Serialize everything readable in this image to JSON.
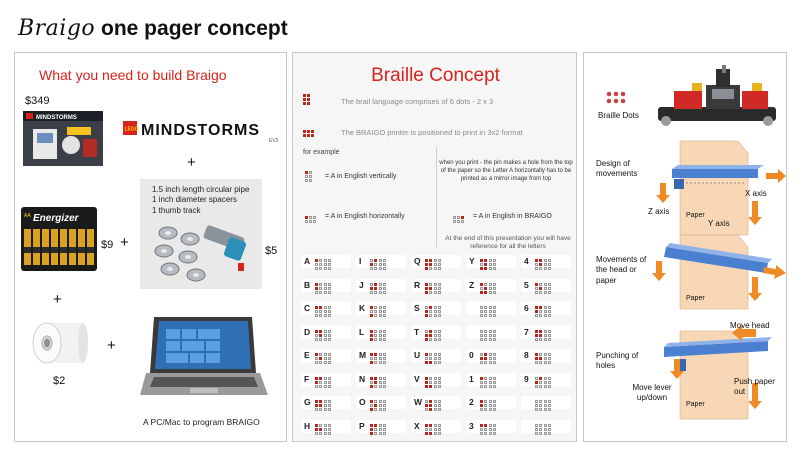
{
  "page_title": {
    "brand": "Braigo",
    "rest": "one pager concept"
  },
  "colors": {
    "accent_red": "#d8231c",
    "dot_red": "#b5271d",
    "arrow_orange": "#f08a24",
    "mech_blue": "#4b7fd0",
    "paper": "#f7d7b5"
  },
  "left_panel": {
    "heading": "What you need to build Braigo",
    "kit_price": "$349",
    "logo_text": "MINDSTORMS",
    "logo_brand": "LEGO",
    "logo_sub": "EV3",
    "box_text": "MINDSTORMS",
    "battery_brand": "Energizer",
    "battery_size": "AA",
    "battery_price": "$9",
    "parts_list": [
      "1.5 inch length circular pipe",
      "1 inch diameter spacers",
      "1 thumb track"
    ],
    "parts_price": "$5",
    "paper_roll_price": "$2",
    "pc_caption": "A PC/Mac to program BRAIGO",
    "plus_sign": "+"
  },
  "middle_panel": {
    "heading": "Braille Concept",
    "line1": "The brail language comprises of 6 dots - 2 x 3",
    "line2": "The BRAIGO printer is positioned to print in 3x2 format",
    "for_example": "for example",
    "vertical_label": "= A in English vertically",
    "horizontal_label": "= A in English horizontally",
    "print_note": "when you print - the pin makes a hole from the top of the paper so the Letter A horizontally has to be printed as a mirror image from top",
    "braigo_label": "= A in English in BRAIGO",
    "end_note": "At the end of this presentation you will have reference for all the letters",
    "alphabet": [
      {
        "ch": "A",
        "d": [
          1,
          0,
          0,
          0,
          0,
          0
        ]
      },
      {
        "ch": "I",
        "d": [
          0,
          1,
          1,
          0,
          0,
          0
        ]
      },
      {
        "ch": "Q",
        "d": [
          1,
          1,
          1,
          1,
          1,
          0
        ]
      },
      {
        "ch": "Y",
        "d": [
          1,
          1,
          0,
          1,
          1,
          1
        ]
      },
      {
        "ch": "4",
        "d": [
          1,
          1,
          0,
          1,
          0,
          0
        ]
      },
      {
        "ch": "B",
        "d": [
          1,
          0,
          1,
          0,
          0,
          0
        ]
      },
      {
        "ch": "J",
        "d": [
          0,
          1,
          1,
          1,
          0,
          0
        ]
      },
      {
        "ch": "R",
        "d": [
          1,
          0,
          1,
          1,
          1,
          0
        ]
      },
      {
        "ch": "Z",
        "d": [
          1,
          0,
          0,
          1,
          1,
          1
        ]
      },
      {
        "ch": "5",
        "d": [
          1,
          0,
          0,
          1,
          0,
          0
        ]
      },
      {
        "ch": "C",
        "d": [
          1,
          1,
          0,
          0,
          0,
          0
        ]
      },
      {
        "ch": "K",
        "d": [
          1,
          0,
          0,
          0,
          1,
          0
        ]
      },
      {
        "ch": "S",
        "d": [
          0,
          1,
          1,
          0,
          1,
          0
        ]
      },
      {
        "ch": "",
        "d": [
          0,
          0,
          0,
          0,
          0,
          0
        ]
      },
      {
        "ch": "6",
        "d": [
          1,
          1,
          1,
          0,
          0,
          0
        ]
      },
      {
        "ch": "D",
        "d": [
          1,
          1,
          0,
          1,
          0,
          0
        ]
      },
      {
        "ch": "L",
        "d": [
          1,
          0,
          1,
          0,
          1,
          0
        ]
      },
      {
        "ch": "T",
        "d": [
          0,
          1,
          1,
          1,
          1,
          0
        ]
      },
      {
        "ch": "",
        "d": [
          0,
          0,
          0,
          0,
          0,
          0
        ]
      },
      {
        "ch": "7",
        "d": [
          1,
          1,
          1,
          1,
          0,
          0
        ]
      },
      {
        "ch": "E",
        "d": [
          1,
          0,
          0,
          1,
          0,
          0
        ]
      },
      {
        "ch": "M",
        "d": [
          1,
          1,
          0,
          0,
          1,
          0
        ]
      },
      {
        "ch": "U",
        "d": [
          1,
          0,
          0,
          0,
          1,
          1
        ]
      },
      {
        "ch": "0",
        "d": [
          0,
          1,
          1,
          1,
          0,
          0
        ]
      },
      {
        "ch": "8",
        "d": [
          1,
          0,
          1,
          1,
          0,
          0
        ]
      },
      {
        "ch": "F",
        "d": [
          1,
          1,
          1,
          0,
          0,
          0
        ]
      },
      {
        "ch": "N",
        "d": [
          1,
          1,
          0,
          1,
          1,
          0
        ]
      },
      {
        "ch": "V",
        "d": [
          1,
          0,
          1,
          0,
          1,
          1
        ]
      },
      {
        "ch": "1",
        "d": [
          1,
          0,
          0,
          0,
          0,
          0
        ]
      },
      {
        "ch": "9",
        "d": [
          0,
          1,
          1,
          0,
          0,
          0
        ]
      },
      {
        "ch": "G",
        "d": [
          1,
          1,
          1,
          1,
          0,
          0
        ]
      },
      {
        "ch": "O",
        "d": [
          1,
          0,
          0,
          1,
          1,
          0
        ]
      },
      {
        "ch": "W",
        "d": [
          0,
          1,
          1,
          1,
          0,
          1
        ]
      },
      {
        "ch": "2",
        "d": [
          1,
          0,
          1,
          0,
          0,
          0
        ]
      },
      {
        "ch": "",
        "d": [
          0,
          0,
          0,
          0,
          0,
          0
        ]
      },
      {
        "ch": "H",
        "d": [
          1,
          0,
          1,
          1,
          0,
          0
        ]
      },
      {
        "ch": "P",
        "d": [
          1,
          1,
          1,
          0,
          1,
          0
        ]
      },
      {
        "ch": "X",
        "d": [
          1,
          1,
          0,
          0,
          1,
          1
        ]
      },
      {
        "ch": "3",
        "d": [
          1,
          1,
          0,
          0,
          0,
          0
        ]
      },
      {
        "ch": "",
        "d": [
          0,
          0,
          0,
          0,
          0,
          0
        ]
      }
    ]
  },
  "right_panel": {
    "braille_dots_label": "Braille Dots",
    "design_label": "Design of movements",
    "x_axis": "X axis",
    "y_axis": "Y axis",
    "z_axis": "Z axis",
    "paper": "Paper",
    "movements_label": "Movements of the head or paper",
    "punching_label": "Punching of holes",
    "move_head": "Move head",
    "move_lever": "Move lever up/down",
    "push_paper": "Push paper out"
  }
}
